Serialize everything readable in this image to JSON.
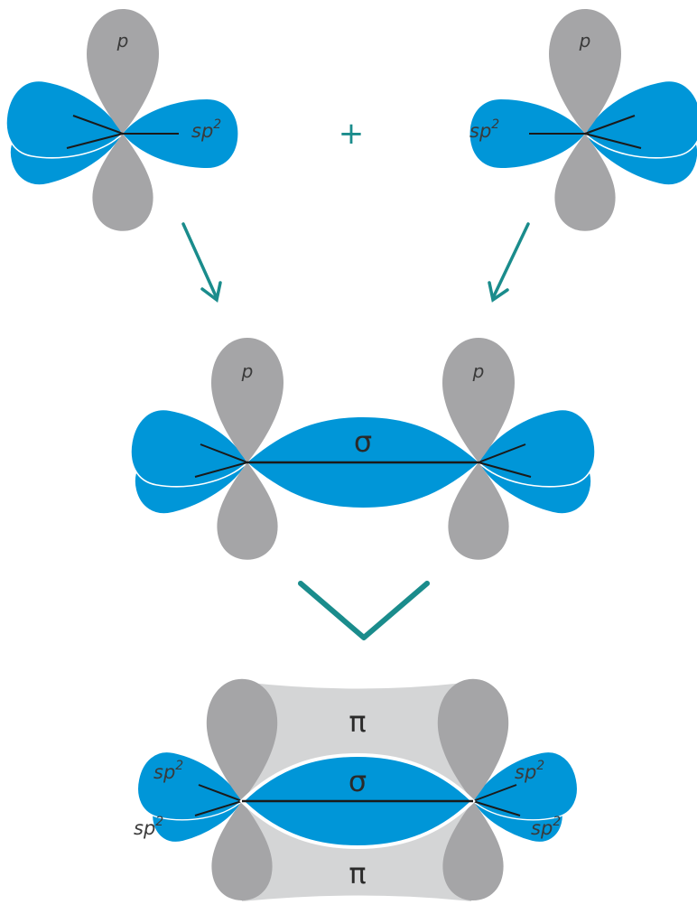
{
  "colors": {
    "sp2_lobe": "#0096d8",
    "p_lobe": "#a5a5a7",
    "pi_cloud": "#d4d5d6",
    "arrow": "#1a8c8c",
    "bond_line": "#1a1a1a"
  },
  "top_row": {
    "left_atom": {
      "p_label": "p",
      "sp2_label": "sp",
      "sp2_sup": "2"
    },
    "plus_sign": "+",
    "right_atom": {
      "p_label": "p",
      "sp2_label": "sp",
      "sp2_sup": "2"
    }
  },
  "middle_row": {
    "left_p_label": "p",
    "right_p_label": "p",
    "sigma_label": "σ"
  },
  "bottom_row": {
    "pi_top_label": "π",
    "pi_bottom_label": "π",
    "sigma_label": "σ",
    "left_top_sp2": {
      "base": "sp",
      "sup": "2"
    },
    "left_bottom_sp2": {
      "base": "sp",
      "sup": "2"
    },
    "right_top_sp2": {
      "base": "sp",
      "sup": "2"
    },
    "right_bottom_sp2": {
      "base": "sp",
      "sup": "2"
    }
  },
  "icons": [
    "arrow-down-right-icon",
    "arrow-down-left-icon",
    "chevron-down-icon"
  ]
}
